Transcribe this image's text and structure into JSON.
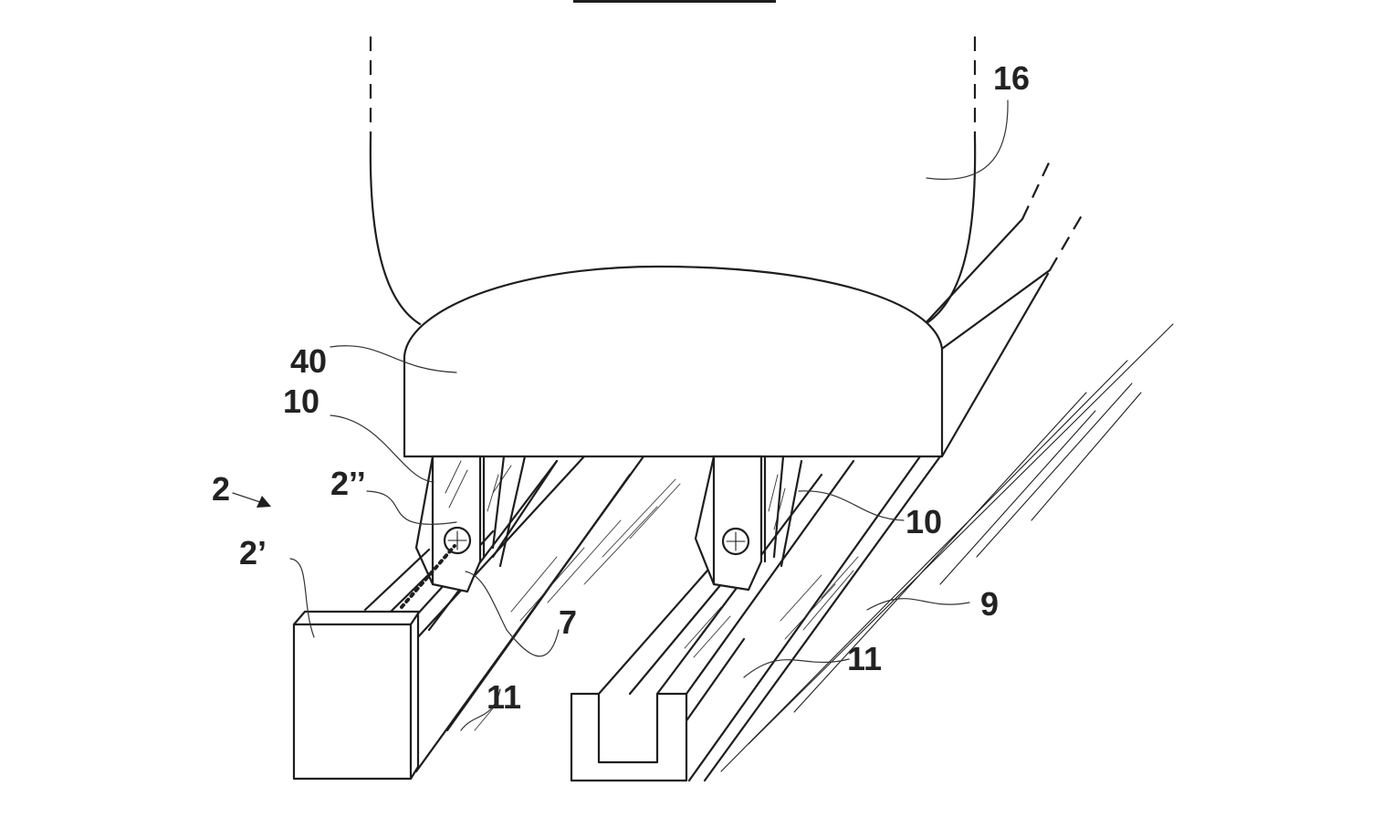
{
  "labels": {
    "l16": "16",
    "l40": "40",
    "l10a": "10",
    "l2": "2",
    "l2pp": "2’’",
    "l2p": "2’",
    "l10b": "10",
    "l9": "9",
    "l7": "7",
    "l11a": "11",
    "l11b": "11"
  }
}
